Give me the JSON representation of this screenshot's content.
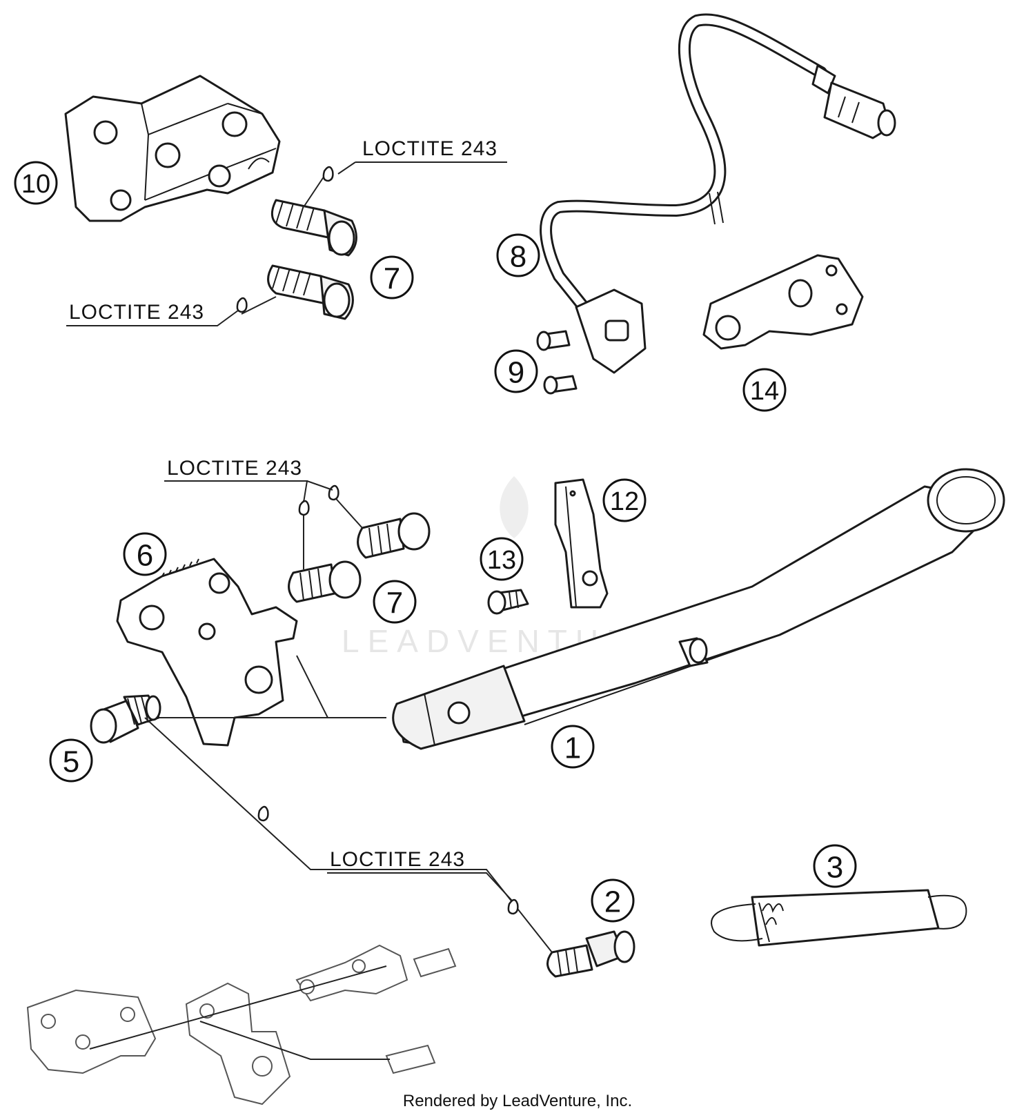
{
  "watermark": {
    "text": "LEADVENTURE"
  },
  "credit": "Rendered by LeadVenture, Inc.",
  "notes": [
    {
      "id": "note-1",
      "text": "LOCTITE 243"
    },
    {
      "id": "note-2",
      "text": "LOCTITE 243"
    },
    {
      "id": "note-3",
      "text": "LOCTITE 243"
    },
    {
      "id": "note-4",
      "text": "LOCTITE 243"
    }
  ],
  "callouts": [
    {
      "id": "1",
      "label": "1"
    },
    {
      "id": "2",
      "label": "2"
    },
    {
      "id": "3",
      "label": "3"
    },
    {
      "id": "5",
      "label": "5"
    },
    {
      "id": "6",
      "label": "6"
    },
    {
      "id": "7a",
      "label": "7"
    },
    {
      "id": "7b",
      "label": "7"
    },
    {
      "id": "8",
      "label": "8"
    },
    {
      "id": "9",
      "label": "9"
    },
    {
      "id": "10",
      "label": "10"
    },
    {
      "id": "12",
      "label": "12"
    },
    {
      "id": "13",
      "label": "13"
    },
    {
      "id": "14",
      "label": "14"
    }
  ]
}
